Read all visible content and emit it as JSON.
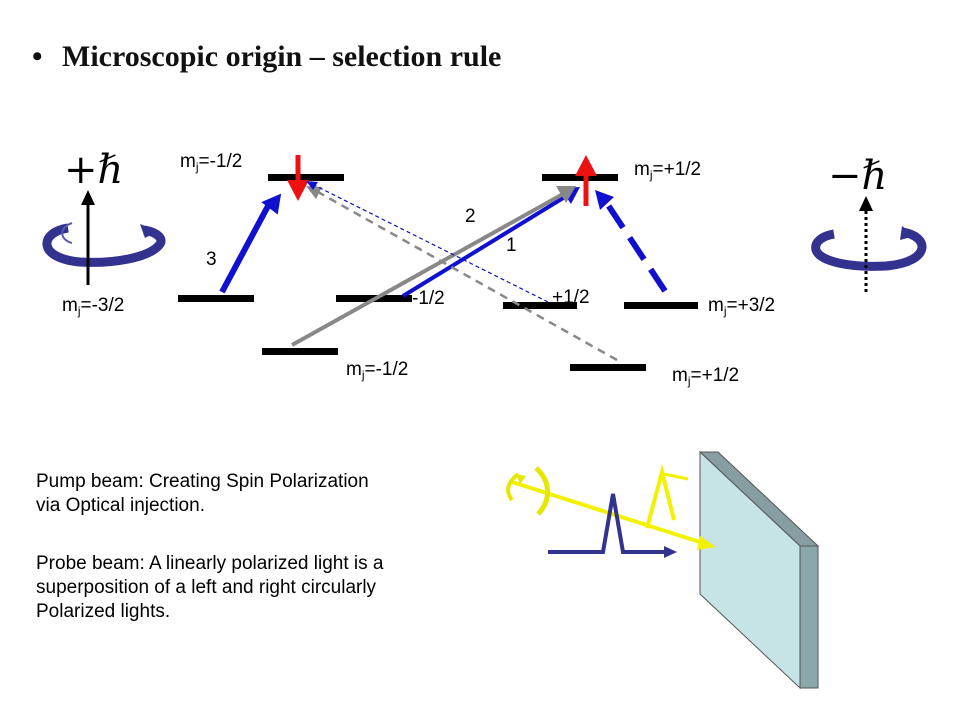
{
  "title": {
    "bullet": "•",
    "text": "Microscopic origin – selection rule"
  },
  "hbar_symbol": "ℏ",
  "left_helicity": {
    "sign": "+"
  },
  "right_helicity": {
    "sign": "−"
  },
  "levels": {
    "top_left": {
      "prefix": "m",
      "sub": "j",
      "value": "=-1/2"
    },
    "top_right": {
      "prefix": "m",
      "sub": "j",
      "value": "=+1/2"
    },
    "hh_left": {
      "prefix": "m",
      "sub": "j",
      "value": "=-3/2"
    },
    "lh_left": {
      "value": "-1/2"
    },
    "lh_right": {
      "value": "+1/2"
    },
    "hh_right": {
      "prefix": "m",
      "sub": "j",
      "value": "=+3/2"
    },
    "so_left": {
      "prefix": "m",
      "sub": "j",
      "value": "=-1/2"
    },
    "so_right": {
      "prefix": "m",
      "sub": "j",
      "value": "=+1/2"
    }
  },
  "transition_labels": {
    "t3": "3",
    "t2": "2",
    "t1": "1"
  },
  "text": {
    "pump_line1": "Pump beam: Creating Spin Polarization",
    "pump_line2": "via Optical injection.",
    "probe_line1": "Probe beam: A linearly polarized light is a",
    "probe_line2": "superposition of a left and right circularly",
    "probe_line3": "Polarized lights."
  },
  "colors": {
    "blue": "#1010d0",
    "navy": "#33338f",
    "red": "#ee1111",
    "gray": "#888888",
    "yellow": "#f2f200",
    "sample_face": "#c6e3e6",
    "sample_top": "#869ea2",
    "sample_side": "#8aa8ab"
  }
}
